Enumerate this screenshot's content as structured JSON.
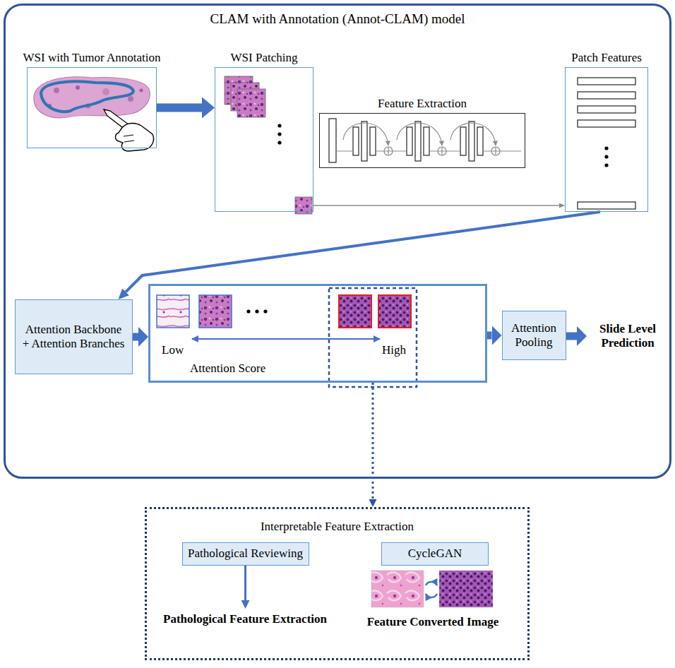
{
  "diagram": {
    "nodes": [
      {
        "text": [
          "CLAM with Annotation (Annot-CLAM) model"
        ]
      },
      {
        "text": [
          "WSI with Tumor Annotation"
        ],
        "in": 0
      },
      {
        "text": [
          "WSI Patching"
        ],
        "in": 0
      },
      {
        "text": [
          "Feature Extraction"
        ],
        "in": 0
      },
      {
        "text": [
          "Patch Features"
        ],
        "in": 0
      },
      {
        "text": [
          "Attention Backbone + Attention Branches"
        ],
        "in": 0
      },
      {
        "text": [
          "Attention Score"
        ],
        "in": 0
      },
      {
        "text": [
          "Attention Pooling"
        ],
        "in": 0
      },
      {
        "text": [
          "Slide Level Prediction"
        ],
        "in": 0
      },
      {
        "text": [
          "Interpretable Feature Extraction"
        ]
      },
      {
        "text": [
          "Pathological Reviewing"
        ],
        "in": 9
      },
      {
        "text": [
          "Pathological Feature Extraction"
        ],
        "in": 9
      },
      {
        "text": [
          "CycleGAN"
        ],
        "in": 9
      },
      {
        "text": [
          "Feature Converted Image"
        ],
        "in": 9
      }
    ],
    "edges": [
      {
        "from": 1,
        "to": 2,
        "arrow": "to"
      },
      {
        "from": 2,
        "to": 4,
        "arrow": "to"
      },
      {
        "from": 4,
        "to": 5,
        "arrow": "to"
      },
      {
        "from": 5,
        "to": 6,
        "arrow": "to"
      },
      {
        "from": 6,
        "to": 7,
        "arrow": "to"
      },
      {
        "from": 7,
        "to": 8,
        "arrow": "to"
      },
      {
        "from": 6,
        "to": 9,
        "arrow": "to"
      },
      {
        "from": 10,
        "to": 11,
        "arrow": "to"
      }
    ],
    "labels": [
      "Low",
      "High"
    ]
  }
}
